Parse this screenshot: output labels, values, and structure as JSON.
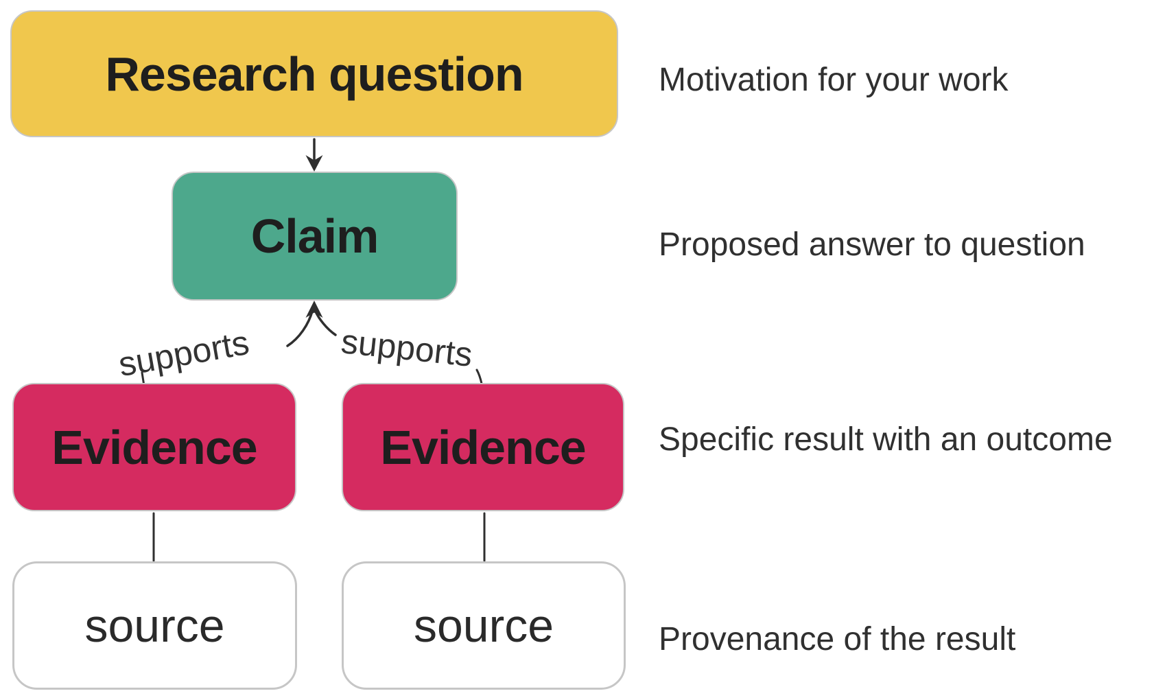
{
  "diagram": {
    "nodes": {
      "research_question": {
        "label": "Research question"
      },
      "claim": {
        "label": "Claim"
      },
      "evidence_left": {
        "label": "Evidence"
      },
      "evidence_right": {
        "label": "Evidence"
      },
      "source_left": {
        "label": "source"
      },
      "source_right": {
        "label": "source"
      }
    },
    "edge_labels": {
      "supports_left": "supports",
      "supports_right": "supports"
    },
    "annotations": [
      {
        "text": "Motivation for your work"
      },
      {
        "text": "Proposed answer to question"
      },
      {
        "text": "Specific result with an outcome"
      },
      {
        "text": "Provenance of the result"
      }
    ]
  },
  "colors": {
    "research_question_bg": "#F0C74D",
    "claim_bg": "#4DA88C",
    "evidence_bg": "#D52B60",
    "source_bg": "#FFFFFF",
    "node_border": "#C6C6C6",
    "node_text": "#1E1E1E",
    "annotation_text": "#303030",
    "edge_label_text": "#333333",
    "arrow": "#2F2F2F",
    "canvas_bg": "#FFFFFF"
  }
}
